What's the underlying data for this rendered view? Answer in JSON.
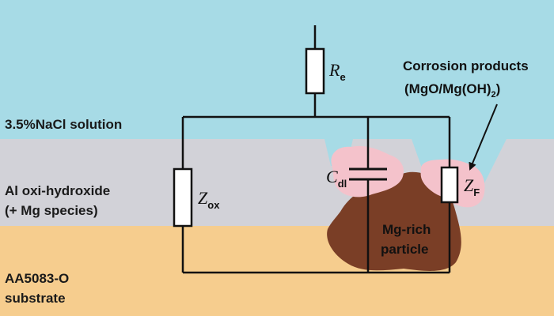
{
  "colors": {
    "solution": "#a7dbe6",
    "oxide": "#d2d2d8",
    "substrate": "#f6cd8e",
    "particle": "#7a3e26",
    "corrosion_products": "#f4c2cb",
    "wire": "#111111"
  },
  "layers": {
    "solution": "3.5%NaCl solution",
    "oxide_line1": "Al oxi-hydroxide",
    "oxide_line2": "(+ Mg species)",
    "substrate_line1": "AA5083-O",
    "substrate_line2": "substrate"
  },
  "components": {
    "re_symbol": "R",
    "re_sub": "e",
    "zox_symbol": "Z",
    "zox_sub": "ox",
    "cdl_symbol": "C",
    "cdl_sub": "dl",
    "zf_symbol": "Z",
    "zf_sub": "F"
  },
  "particle": {
    "line1": "Mg-rich",
    "line2": "particle"
  },
  "annotation": {
    "line1": "Corrosion products",
    "line2_prefix": "(MgO/Mg(OH)",
    "line2_sub": "2",
    "line2_suffix": ")"
  }
}
